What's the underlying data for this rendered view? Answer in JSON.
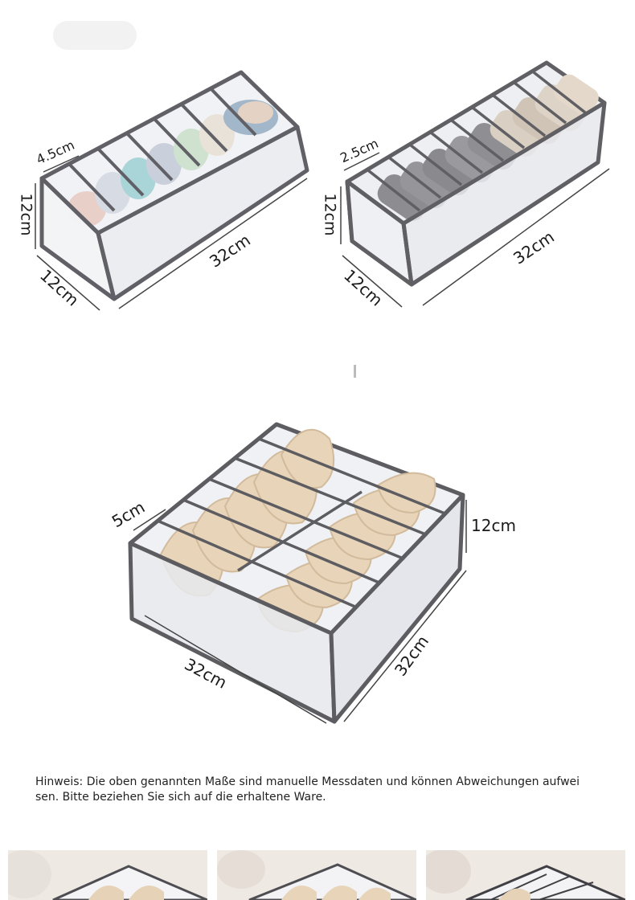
{
  "product_1": {
    "dims": {
      "divider": "4.5cm",
      "height": "12cm",
      "depth": "12cm",
      "length": "32cm"
    }
  },
  "product_2": {
    "dims": {
      "divider": "2.5cm",
      "height": "12cm",
      "depth": "12cm",
      "length": "32cm"
    }
  },
  "product_3": {
    "dims": {
      "divider": "5cm",
      "height": "12cm",
      "width": "32cm",
      "depth": "32cm"
    }
  },
  "note": "Hinweis: Die oben genannten Maße sind manuelle Messdaten und können Abweichungen aufwei sen. Bitte beziehen Sie sich auf die erhaltene Ware.",
  "colors": {
    "frame": "#5f5f64",
    "mesh": "#eceef2",
    "beige": "#e6d3b8",
    "sock_grey": "#8a8a8e",
    "dimension_line": "#444444"
  }
}
